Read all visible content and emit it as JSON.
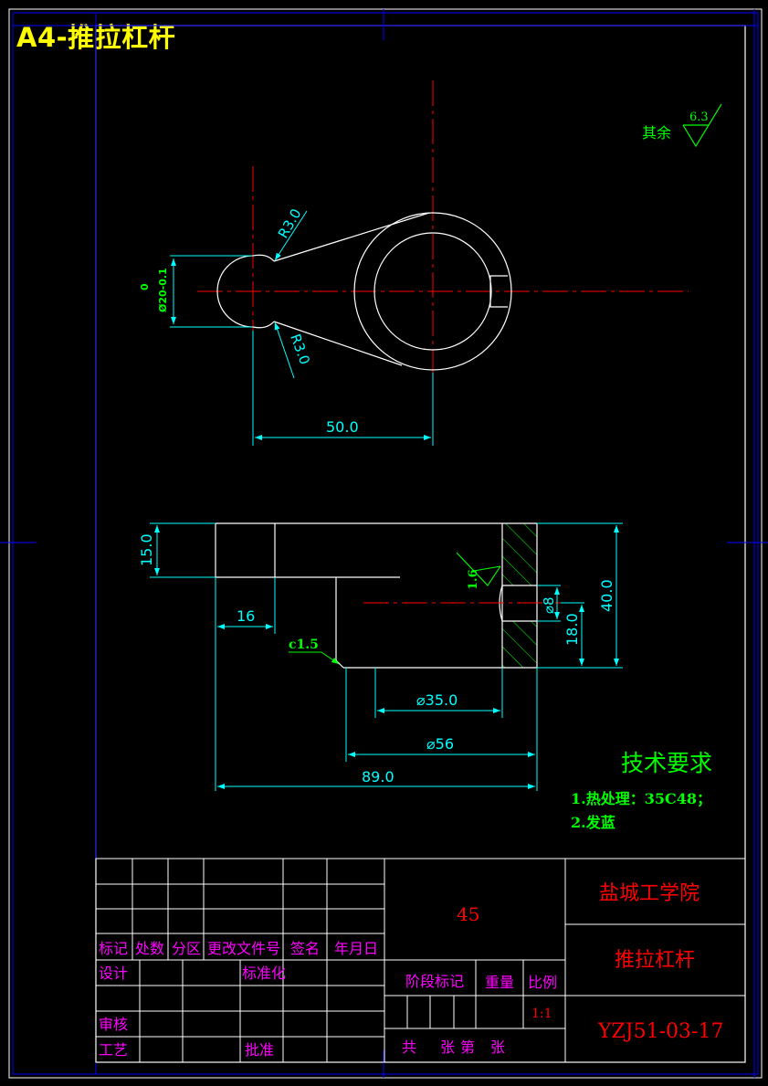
{
  "sheet": {
    "title": "A4-推拉杠杆"
  },
  "roughness": {
    "label": "其余",
    "value": "6.3"
  },
  "top_view": {
    "radius_upper": "R3.0",
    "radius_lower": "R3.0",
    "dia_tol_upper": "0",
    "dia_tol_main": "Ø20-0.1",
    "length": "50.0"
  },
  "section_view": {
    "height_15": "15.0",
    "width_16": "16",
    "chamfer": "c1.5",
    "roughness_local": "1.6",
    "hole_dia": "⌀8",
    "height_40": "40.0",
    "height_18": "18.0",
    "dia_35": "⌀35.0",
    "dia_56": "⌀56",
    "length_89": "89.0"
  },
  "tech_req": {
    "heading": "技术要求",
    "items": [
      "1.热处理：35C48；",
      "2.发蓝"
    ]
  },
  "title_block": {
    "material": "45",
    "school": "盐城工学院",
    "part_name": "推拉杠杆",
    "drawing_no": "YZJ51-03-17",
    "rev_headers": [
      "标记",
      "处数",
      "分区",
      "更改文件号",
      "签名",
      "年月日"
    ],
    "design": "设计",
    "standardize": "标准化",
    "review": "审核",
    "process": "工艺",
    "approve": "批准",
    "stage_mark": "阶段标记",
    "weight": "重量",
    "scale_label": "比例",
    "scale": "1:1",
    "sheets": [
      "共",
      "张",
      "第",
      "张"
    ]
  },
  "colors": {
    "background": "#000000",
    "outline": "#ffffff",
    "centerline": "#ff0000",
    "dimension": "#00ffff",
    "annotation": "#00ff00",
    "title_text": "#ff00ff",
    "frame": "#0000ff"
  }
}
